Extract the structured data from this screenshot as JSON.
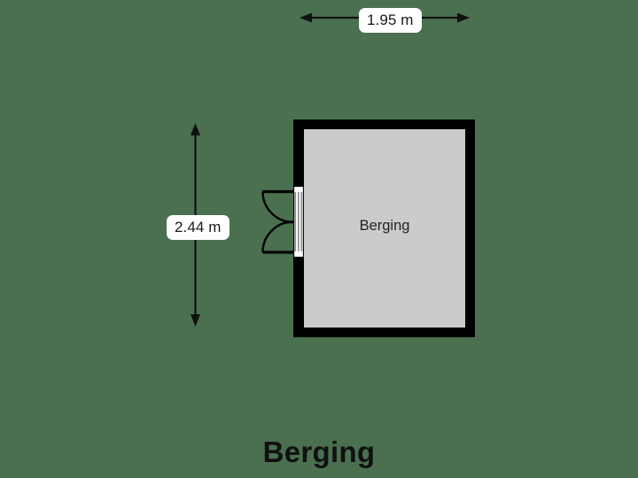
{
  "plan": {
    "title": "Berging",
    "background_color": "#4a7050",
    "wall_color": "#000000",
    "floor_color": "#cbcbcb"
  },
  "room": {
    "name": "Berging",
    "floor_color": "#cbcbcb",
    "wall_color": "#000000"
  },
  "dimensions": {
    "top": {
      "value": "1.95 m",
      "orientation": "horizontal"
    },
    "left": {
      "value": "2.44 m",
      "orientation": "vertical"
    }
  },
  "door": {
    "type": "double-door",
    "wall": "left",
    "swing": "outward-left",
    "frame_color": "#ffffff",
    "leaf_color": "#000000"
  }
}
